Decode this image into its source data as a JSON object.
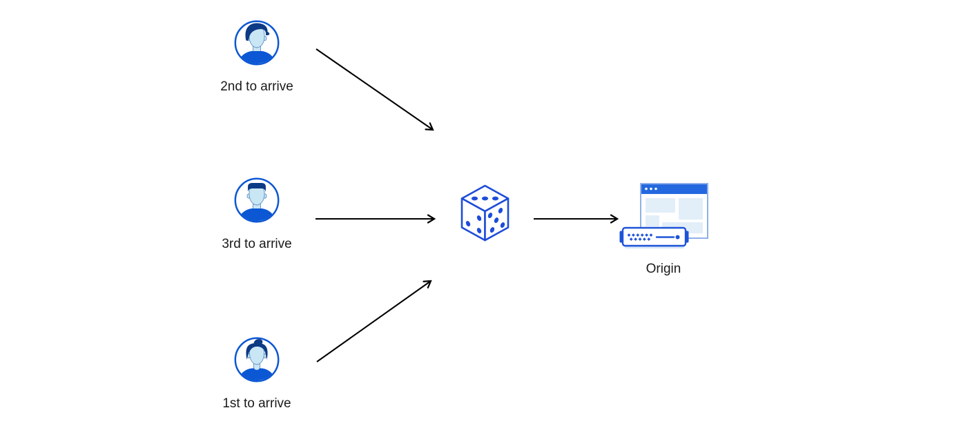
{
  "diagram": {
    "title": "random-queueing-diagram",
    "visitors": [
      {
        "id": "visitor-2nd",
        "label": "2nd to arrive",
        "icon": "avatar-man-swept-hair-icon"
      },
      {
        "id": "visitor-3rd",
        "label": "3rd to arrive",
        "icon": "avatar-man-flattop-icon"
      },
      {
        "id": "visitor-1st",
        "label": "1st to arrive",
        "icon": "avatar-woman-bun-icon"
      }
    ],
    "center": {
      "id": "dice",
      "icon": "dice-icon"
    },
    "origin": {
      "id": "origin",
      "label": "Origin",
      "icon": "origin-server-icon"
    },
    "edges": [
      {
        "from": "visitor-2nd",
        "to": "dice"
      },
      {
        "from": "visitor-3rd",
        "to": "dice"
      },
      {
        "from": "visitor-1st",
        "to": "dice"
      },
      {
        "from": "dice",
        "to": "origin"
      }
    ]
  },
  "colors": {
    "icon_blue": "#0b57d4",
    "hair_navy": "#0d3a85",
    "skin_blue": "#c9e6f5",
    "dice_blue": "#1d4cd8",
    "window_bar": "#2468df",
    "window_border": "#8fb0e8",
    "panel_blue": "#e2eef8",
    "server_blue": "#1d53d8",
    "server_base": "#d7e8f8",
    "arrow_black": "#000000",
    "label_text": "#1a1a1a",
    "bg": "#ffffff"
  }
}
